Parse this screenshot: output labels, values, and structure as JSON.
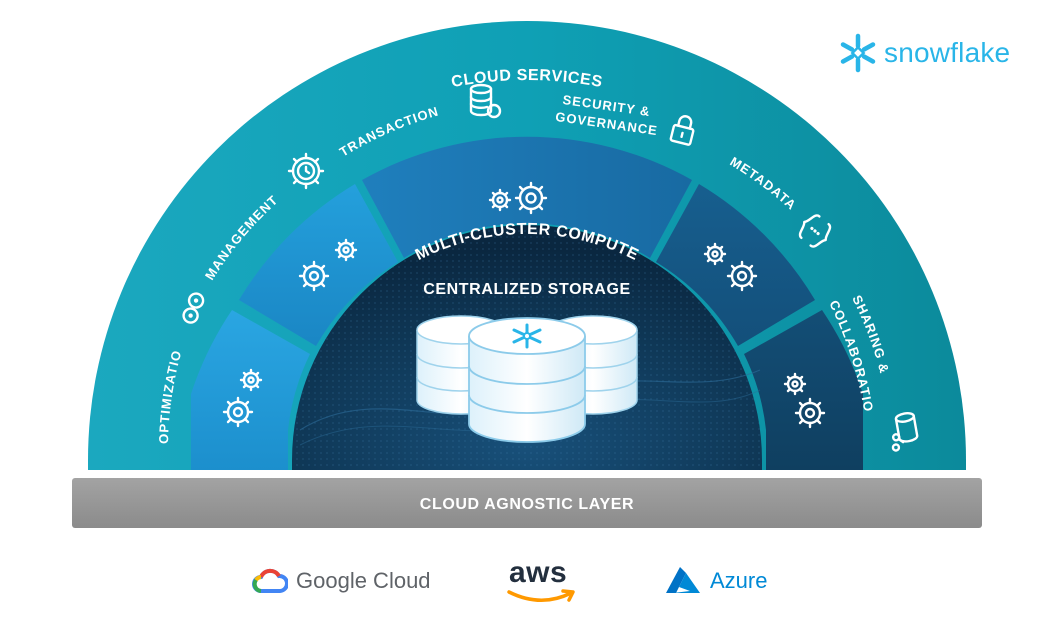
{
  "brand": {
    "name": "snowflake",
    "color": "#29b5e8"
  },
  "layers": {
    "cloud_services": {
      "title": "CLOUD SERVICES",
      "services": [
        {
          "label": "OPTIMIZATION",
          "icon": "optimization-icon"
        },
        {
          "label": "MANAGEMENT",
          "icon": "management-gear-icon"
        },
        {
          "label": "TRANSACTIONS",
          "icon": "database-sync-icon"
        },
        {
          "label_line1": "SECURITY &",
          "label_line2": "GOVERNANCE",
          "icon": "lock-icon"
        },
        {
          "label": "METADATA",
          "icon": "braces-icon"
        },
        {
          "label_line1": "SHARING &",
          "label_line2": "COLLABORATION",
          "icon": "database-share-icon"
        }
      ]
    },
    "compute": {
      "title": "MULTI-CLUSTER COMPUTE",
      "icon": "gears-icon"
    },
    "storage": {
      "title": "CENTRALIZED STORAGE",
      "icon": "snowflake-database-icon"
    },
    "agnostic": {
      "title": "CLOUD AGNOSTIC LAYER"
    }
  },
  "providers": [
    {
      "name": "Google Cloud",
      "icon": "google-cloud-icon"
    },
    {
      "name": "aws",
      "icon": "aws-smile-icon"
    },
    {
      "name": "Azure",
      "icon": "azure-icon"
    }
  ],
  "colors": {
    "cloud_services": "#14a3b4",
    "compute_light": "#1f9fd6",
    "compute_dark": "#124e74",
    "storage": "#0b2a43",
    "agnostic": "#959595"
  }
}
